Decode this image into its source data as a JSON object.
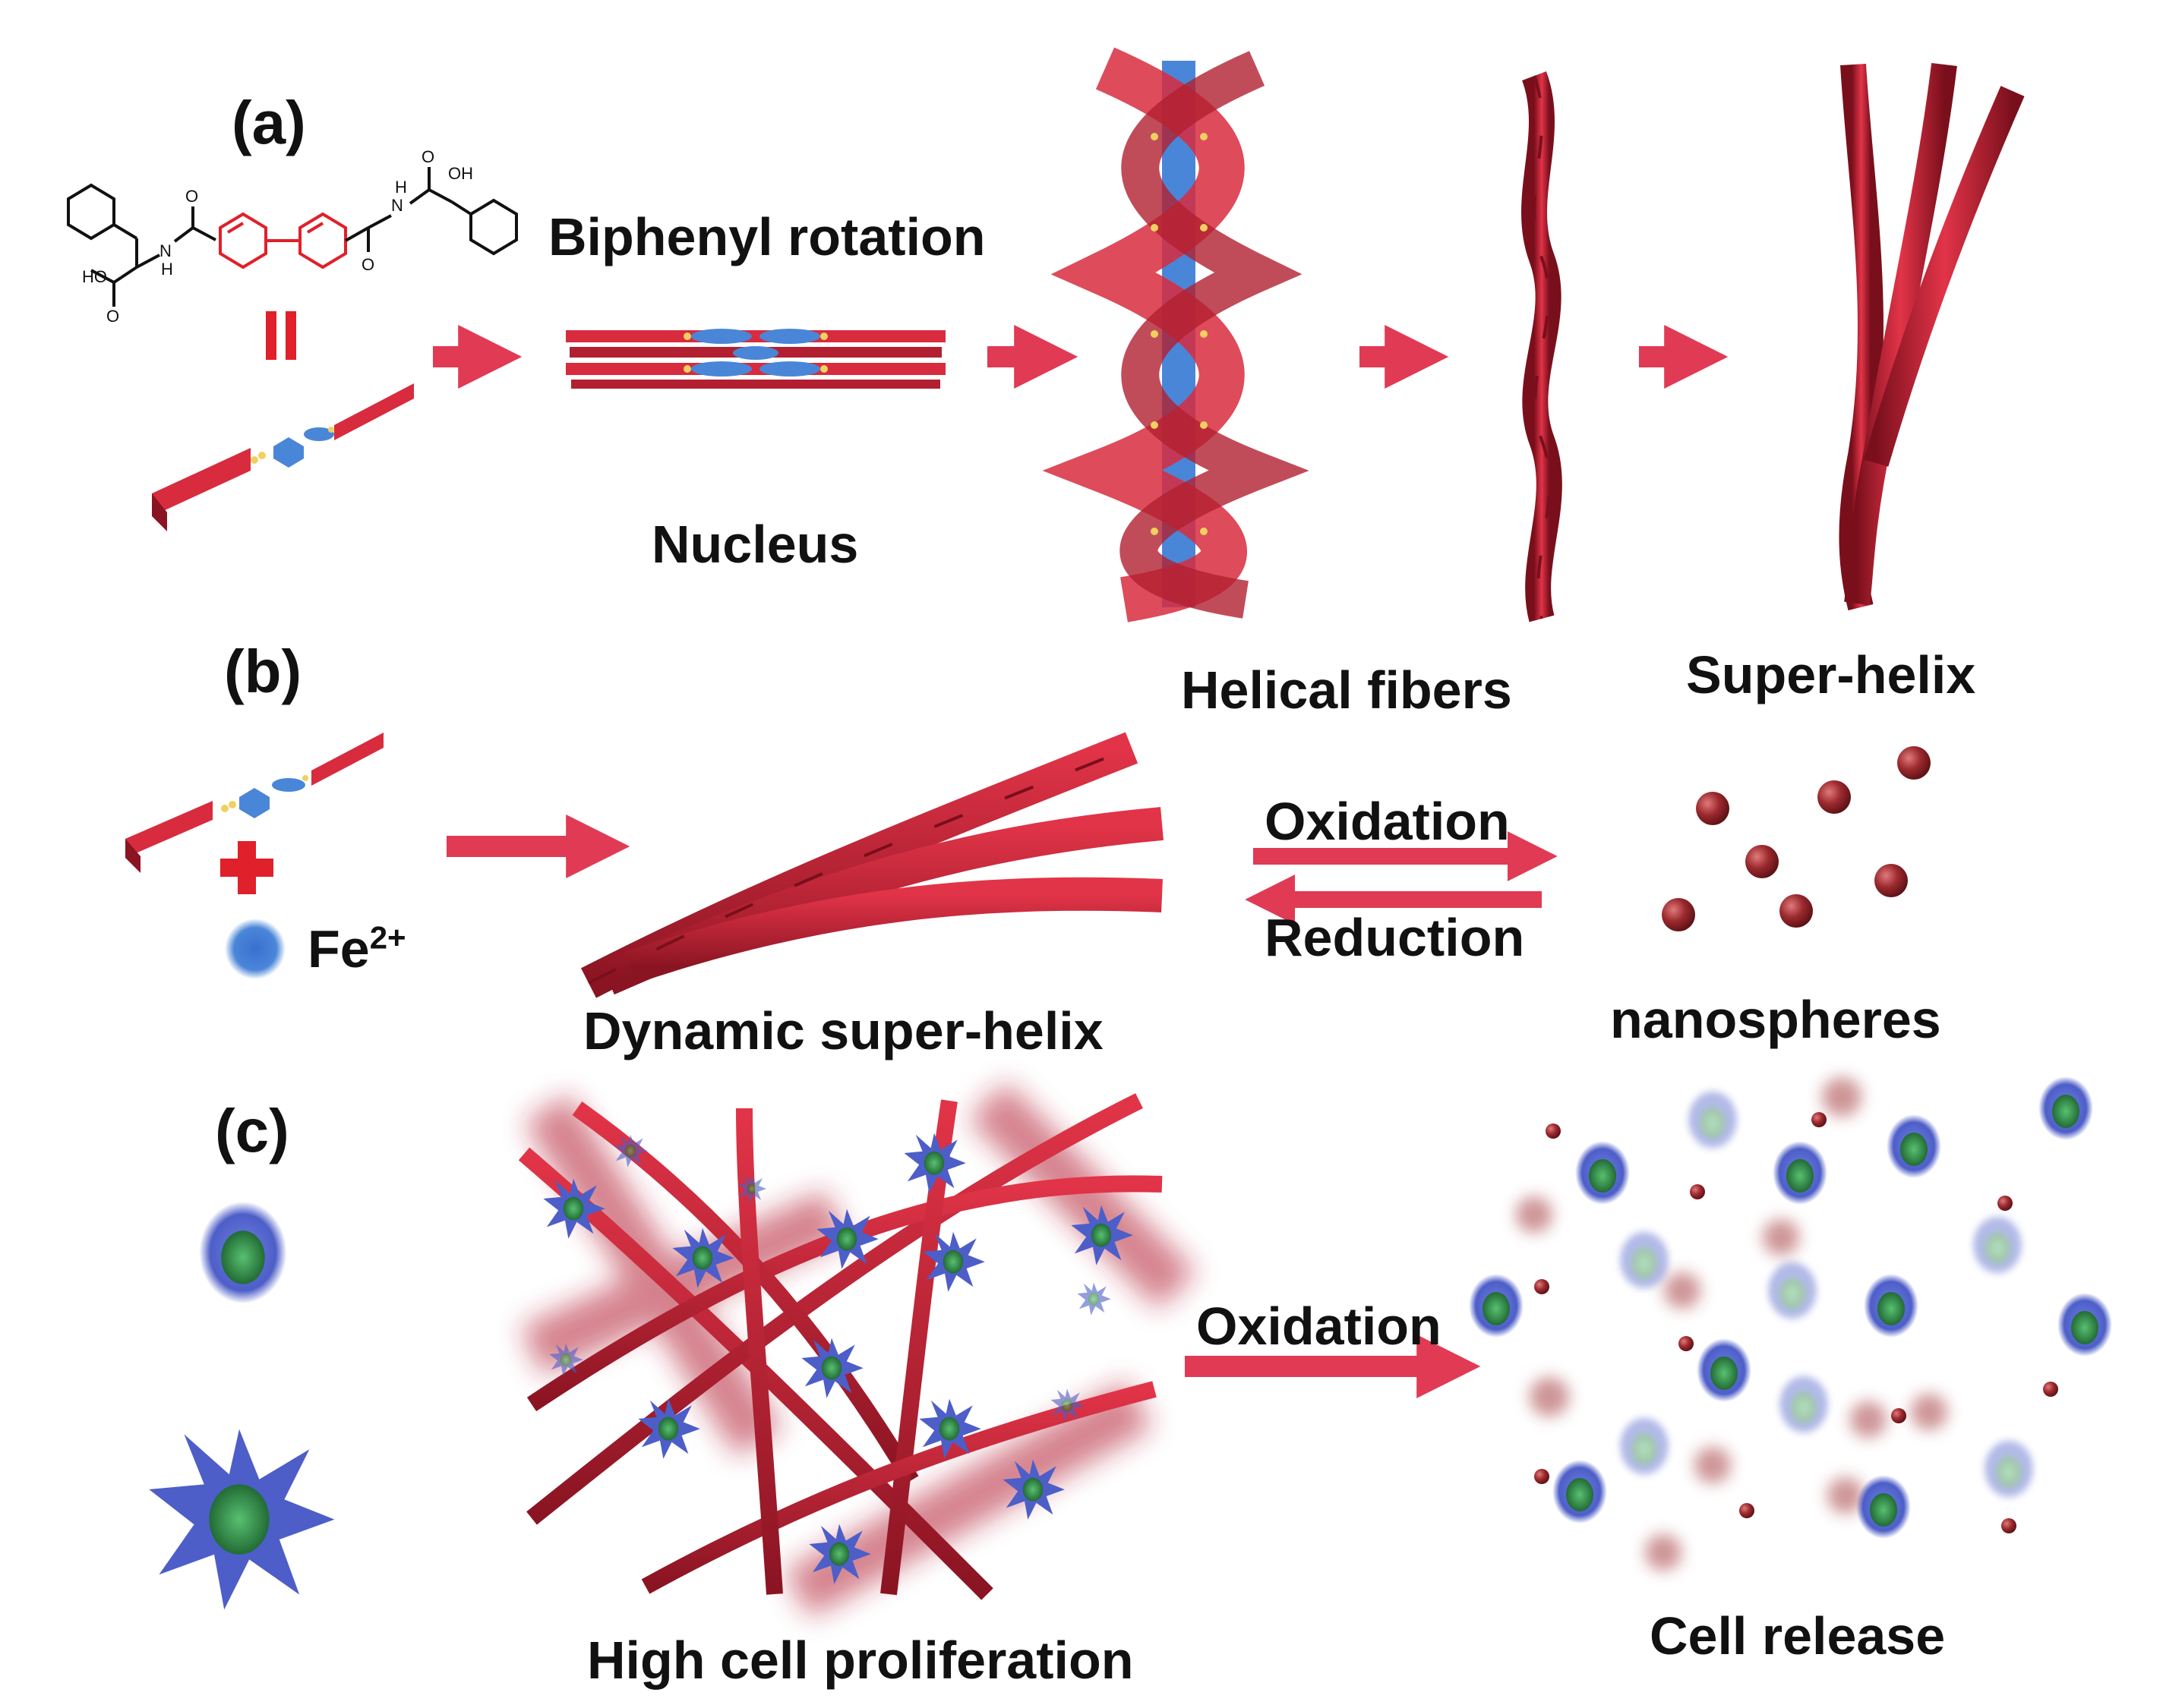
{
  "panels": {
    "a": "(a)",
    "b": "(b)",
    "c": "(c)"
  },
  "molecule": {
    "oh_left": "HO",
    "oh_right": "OH",
    "nh_left": "N",
    "h_left": "H",
    "nh_right": "N",
    "h_right": "H",
    "o": "O",
    "equals": "||"
  },
  "labels": {
    "biphenyl_rotation": "Biphenyl rotation",
    "nucleus": "Nucleus",
    "helical_fibers": "Helical fibers",
    "super_helix": "Super-helix",
    "fe_symbol": "Fe",
    "fe_charge": "2+",
    "plus": "+",
    "dynamic_super_helix": "Dynamic super-helix",
    "oxidation_b": "Oxidation",
    "reduction": "Reduction",
    "nanospheres": "nanospheres",
    "oxidation_c": "Oxidation",
    "high_cell_proliferation": "High cell proliferation",
    "cell_release": "Cell release"
  },
  "colors": {
    "arrow": "#e13a54",
    "fiber": "#d82b3e",
    "fiber_dark": "#7a0f1c",
    "biphenyl": "#4a86d8",
    "linker": "#f0d060",
    "cell": "#4d5ec8",
    "nucleus": "#2f8a45",
    "sphere": "#9c2a2f"
  }
}
